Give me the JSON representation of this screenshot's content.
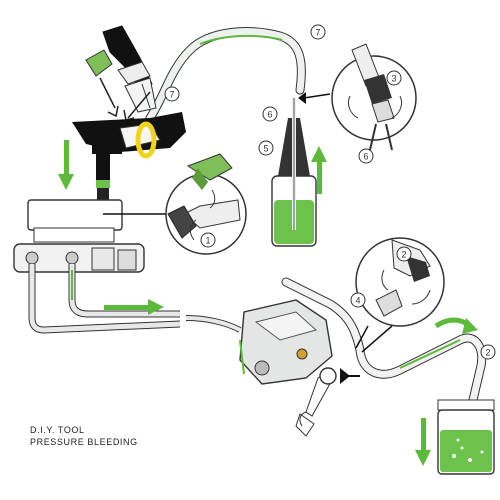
{
  "caption": {
    "line1": "D.I.Y. TOOL",
    "line2": "PRESSURE BLEEDING"
  },
  "callouts": {
    "c7a": "7",
    "c7b": "7",
    "c3": "3",
    "c6a": "6",
    "c6b": "6",
    "c5": "5",
    "c1": "1",
    "c2a": "2",
    "c2b": "2",
    "c4": "4"
  },
  "colors": {
    "accent_green": "#5cb93a",
    "fluid_green": "#6cc24a",
    "highlight_yellow": "#f3d21a",
    "outline": "#333333",
    "metal_grey": "#d7d9d9"
  }
}
